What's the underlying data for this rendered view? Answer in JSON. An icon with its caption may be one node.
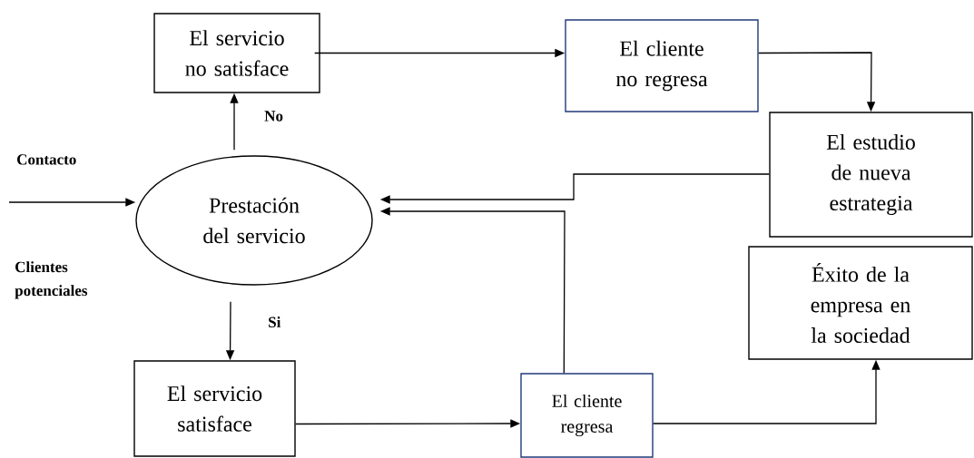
{
  "diagram": {
    "nodes": [
      {
        "text": [
          "El servicio no satisface"
        ]
      },
      {
        "text": [
          "El cliente no regresa"
        ]
      },
      {
        "text": [
          "El estudio de nueva estrategia"
        ]
      },
      {
        "text": [
          "Prestación del servicio"
        ]
      },
      {
        "text": [
          "Éxito de la empresa en la sociedad"
        ]
      },
      {
        "text": [
          "El servicio satisface"
        ]
      },
      {
        "text": [
          "El cliente regresa"
        ]
      }
    ],
    "edges": [
      {
        "from": null,
        "to": 3,
        "arrow": "to"
      },
      {
        "from": 3,
        "to": 0,
        "arrow": "to",
        "label": "No"
      },
      {
        "from": 0,
        "to": 1,
        "arrow": "to"
      },
      {
        "from": 1,
        "to": 2,
        "arrow": "to"
      },
      {
        "from": 2,
        "to": 3,
        "arrow": "to"
      },
      {
        "from": 3,
        "to": 5,
        "arrow": "to",
        "label": "Si"
      },
      {
        "from": 5,
        "to": 6,
        "arrow": "to"
      },
      {
        "from": 6,
        "to": 3,
        "arrow": "to"
      },
      {
        "from": 6,
        "to": 4,
        "arrow": "to"
      }
    ],
    "labels": [
      "Contacto",
      "Clientes potenciales"
    ]
  }
}
